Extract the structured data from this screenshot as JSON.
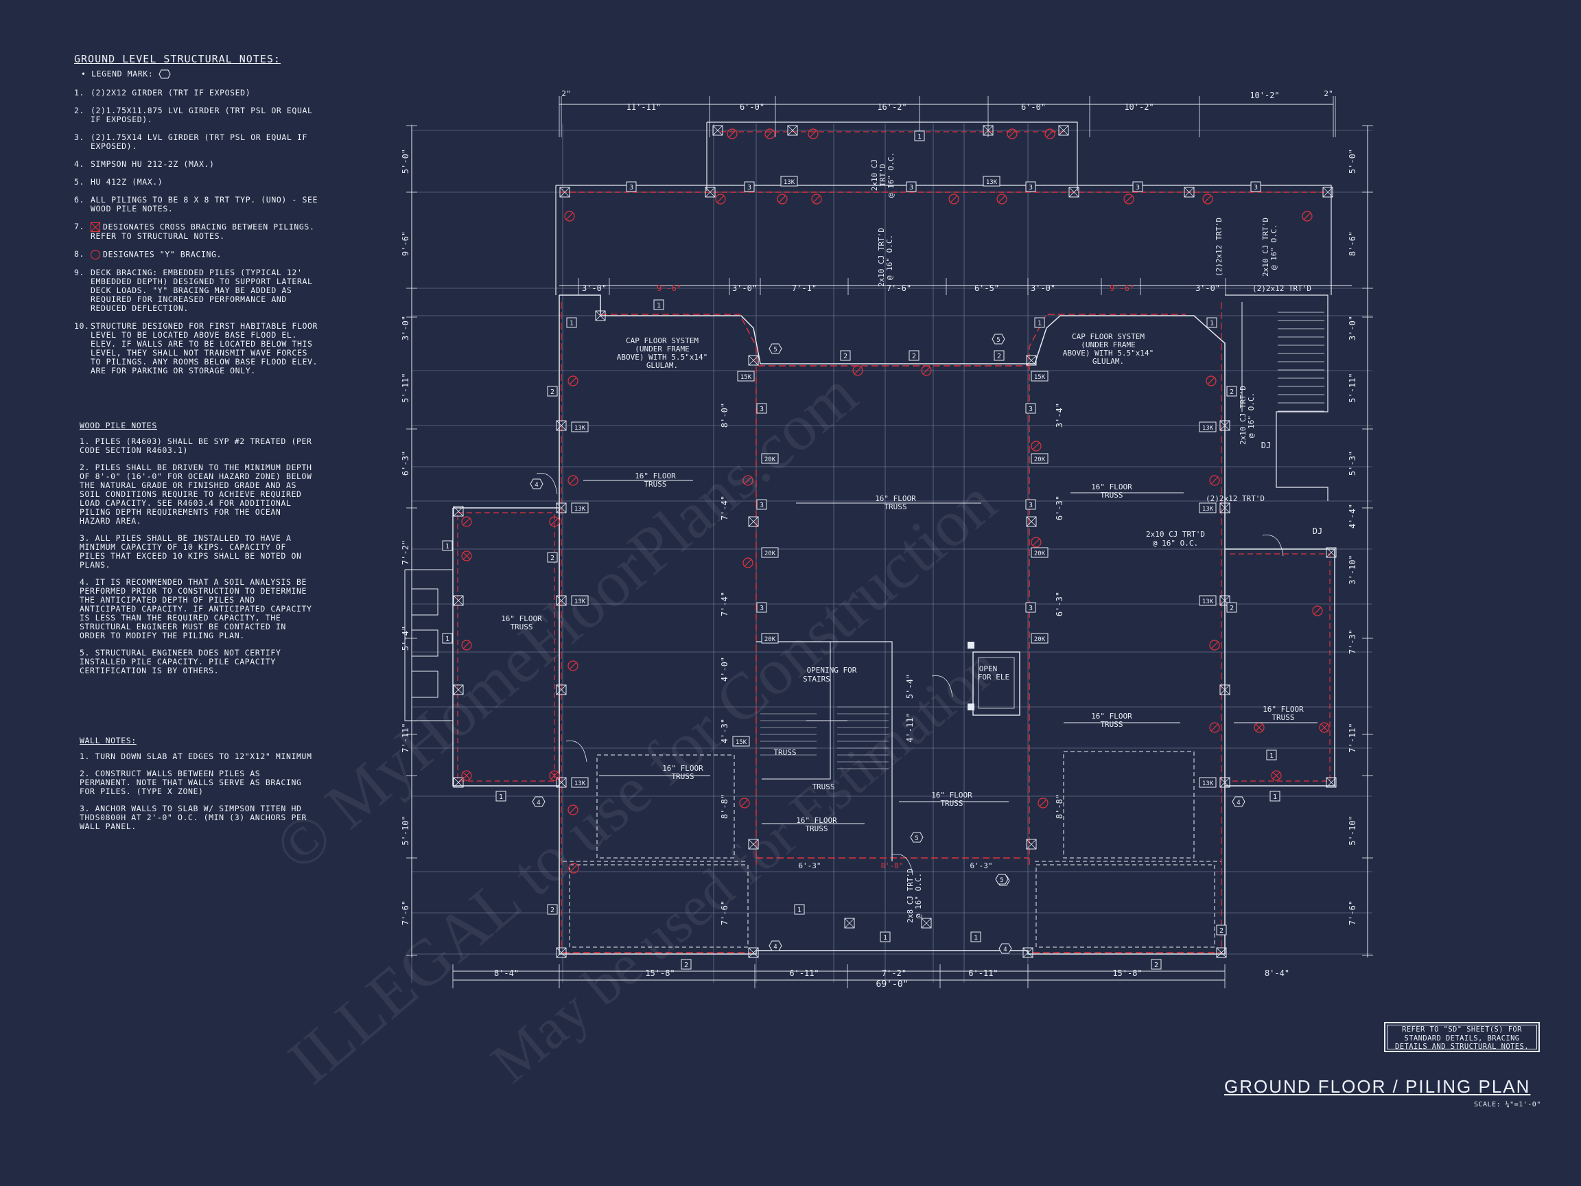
{
  "drawing_title": "GROUND FLOOR / PILING PLAN",
  "scale_text": "SCALE: ¼\"=1'-0\"",
  "structural_notes": {
    "heading": "GROUND LEVEL STRUCTURAL NOTES:",
    "legend_label": "LEGEND MARK:",
    "items": [
      {
        "num": "1.",
        "text": "(2)2x12 GIRDER (TRT IF EXPOSED)"
      },
      {
        "num": "2.",
        "text": "(2)1.75x11.875 LVL GIRDER (TRT PSL OR EQUAL IF EXPOSED)."
      },
      {
        "num": "3.",
        "text": "(2)1.75x14 LVL GIRDER (TRT PSL OR EQUAL IF EXPOSED)."
      },
      {
        "num": "4.",
        "text": "SIMPSON HU 212-2Z (MAX.)"
      },
      {
        "num": "5.",
        "text": "HU 412Z (MAX.)"
      },
      {
        "num": "6.",
        "text": "ALL PILINGS TO BE 8 x 8 TRT TYP. (UNO) - SEE WOOD PILE NOTES."
      },
      {
        "num": "7.",
        "text": "DESIGNATES CROSS BRACING BETWEEN PILINGS. REFER TO STRUCTURAL NOTES."
      },
      {
        "num": "8.",
        "text": "DESIGNATES \"Y\" BRACING."
      },
      {
        "num": "9.",
        "text": "DECK BRACING: EMBEDDED PILES (TYPICAL 12' EMBEDDED DEPTH) DESIGNED TO SUPPORT LATERAL DECK LOADS. \"Y\" BRACING MAY BE ADDED AS REQUIRED FOR INCREASED PERFORMANCE AND REDUCED DEFLECTION."
      },
      {
        "num": "10.",
        "text": "STRUCTURE DESIGNED FOR FIRST HABITABLE FLOOR LEVEL TO BE LOCATED ABOVE BASE FLOOD EL. ELEV. IF WALLS ARE TO BE LOCATED BELOW THIS LEVEL, THEY SHALL NOT TRANSMIT WAVE FORCES TO PILINGS. ANY ROOMS BELOW BASE FLOOD ELEV. ARE FOR PARKING OR STORAGE ONLY."
      }
    ]
  },
  "wood_pile_notes": {
    "heading": "WOOD PILE NOTES",
    "paragraphs": [
      "1. PILES (R4603) SHALL BE SYP #2 TREATED (PER CODE SECTION R4603.1)",
      "2. PILES SHALL BE DRIVEN TO THE MINIMUM DEPTH OF 8'-0\" (16'-0\" FOR OCEAN HAZARD ZONE) BELOW THE NATURAL GRADE OR FINISHED GRADE AND AS SOIL CONDITIONS REQUIRE TO ACHIEVE REQUIRED LOAD CAPACITY. SEE R4603.4 FOR ADDITIONAL PILING DEPTH REQUIREMENTS FOR THE OCEAN HAZARD AREA.",
      "3. ALL PILES SHALL BE INSTALLED TO HAVE A MINIMUM CAPACITY OF 10 KIPS. CAPACITY OF PILES THAT EXCEED 10 KIPS SHALL BE NOTED ON PLANS.",
      "4. IT IS RECOMMENDED THAT A SOIL ANALYSIS BE PERFORMED PRIOR TO CONSTRUCTION TO DETERMINE THE ANTICIPATED DEPTH OF PILES AND ANTICIPATED CAPACITY. IF ANTICIPATED CAPACITY IS LESS THAN THE REQUIRED CAPACITY, THE STRUCTURAL ENGINEER MUST BE CONTACTED IN ORDER TO MODIFY THE PILING PLAN.",
      "5. STRUCTURAL ENGINEER DOES NOT CERTIFY INSTALLED PILE CAPACITY. PILE CAPACITY CERTIFICATION IS BY OTHERS."
    ]
  },
  "wall_notes": {
    "heading": "WALL NOTES:",
    "paragraphs": [
      "1. TURN DOWN SLAB AT EDGES TO 12\"x12\" MINIMUM",
      "2. CONSTRUCT WALLS BETWEEN PILES AS PERMANENT. NOTE THAT WALLS SERVE AS BRACING FOR PILES. (TYPE X ZONE)",
      "3. ANCHOR WALLS TO SLAB W/ SIMPSON TITEN HD THDS0800H AT 2'-0\" O.C. (MIN (3) ANCHORS PER WALL PANEL."
    ]
  },
  "reference_note": "REFER TO \"SD\" SHEET(S) FOR STANDARD DETAILS, BRACING DETAILS AND STRUCTURAL NOTES.",
  "watermarks": [
    "© MyHomeFloorPlans.com",
    "ILLEGAL to use for Construction",
    "May be used for Estimation"
  ],
  "dims_top_row": [
    "2\"",
    "11'-11\"",
    "6'-0\"",
    "16'-2\"",
    "6'-0\"",
    "10'-2\"",
    "10'-2\"",
    "2\""
  ],
  "dims_second_row": [
    "3'-0\"",
    "9'-6\"",
    "3'-0\"",
    "7'-1\"",
    "7'-6\"",
    "6'-5\"",
    "3'-0\"",
    "9'-6\"",
    "3'-0\""
  ],
  "dims_bottom_row": [
    "8'-4\"",
    "15'-8\"",
    "6'-11\"",
    "7'-2\"",
    "6'-11\"",
    "15'-8\"",
    "8'-4\""
  ],
  "dim_overall": "69'-0\"",
  "dims_left": [
    "5'-0\"",
    "9'-6\"",
    "3'-0\"",
    "5'-11\"",
    "6'-3\"",
    "7'-2\"",
    "5'-4\"",
    "7'-11\"",
    "5'-10\"",
    "7'-6\""
  ],
  "dims_right": [
    "5'-0\"",
    "8'-6\"",
    "3'-0\"",
    "5'-11\"",
    "5'-3\"",
    "4'-4\"",
    "3'-10\"",
    "7'-3\"",
    "7'-11\"",
    "5'-10\"",
    "7'-6\""
  ],
  "dims_inner": [
    "8'-0\"",
    "7'-4\"",
    "7'-4\"",
    "4'-0\"",
    "4'-3\"",
    "8'-8\"",
    "7'-6\"",
    "5'-4\"",
    "4'-11\"",
    "3'-4\"",
    "6'-3\"",
    "6'-3\"",
    "8'-8\""
  ],
  "room_labels": {
    "truss": "16\" FLOOR TRUSS",
    "truss_short": "TRUSS",
    "cap_floor": "CAP FLOOR SYSTEM (UNDER FRAME ABOVE) WITH 5.5\"x14\" GLULAM.",
    "stairs_opening": "OPENING FOR STAIRS",
    "elev_opening": "OPEN FOR ELE",
    "cj_2x10": "2x10 CJ TRT'D @ 16\" O.C.",
    "cj_2x8": "2x8 CJ TRT'D @ 16\" O.C.",
    "girder_2x12": "(2)2x12 TRT'D",
    "dj": "DJ"
  },
  "pile_tags": [
    "13K",
    "15K",
    "20K"
  ],
  "colors": {
    "background": "#232b44",
    "linework": "#e8ecf4",
    "girder": "#e0323c",
    "grid": "#7e89a6"
  }
}
